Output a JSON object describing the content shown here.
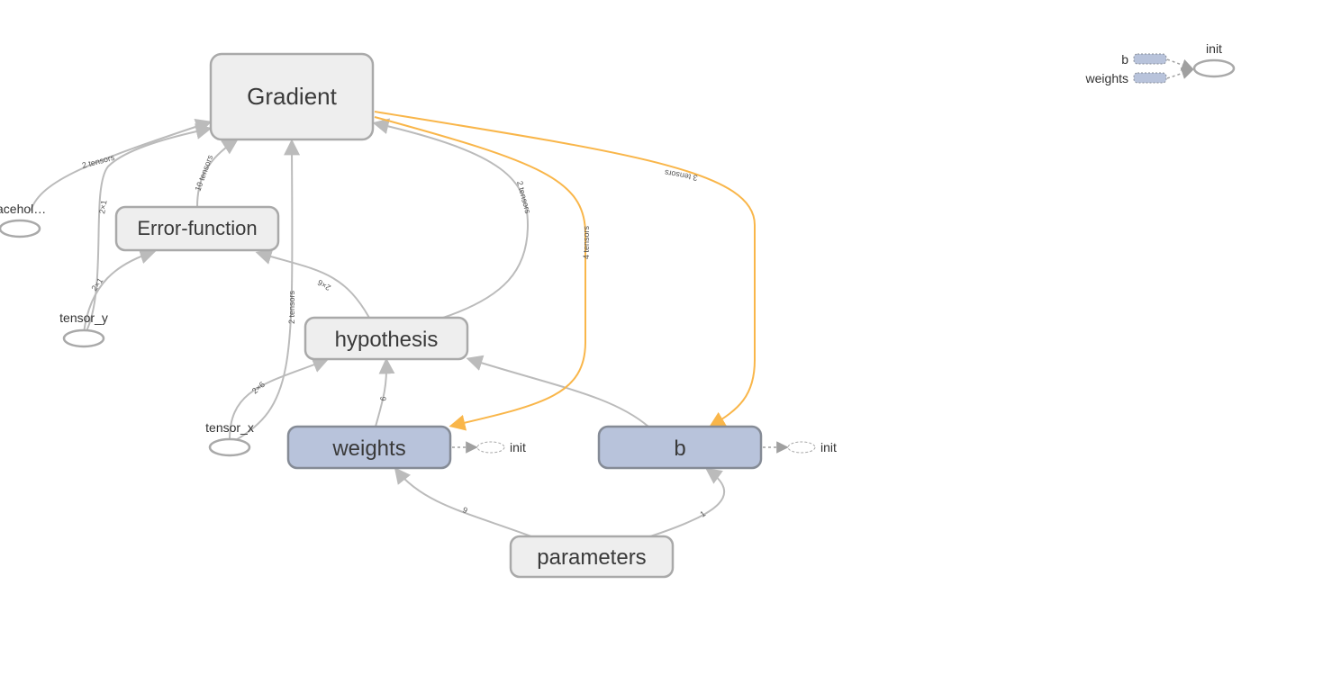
{
  "colors": {
    "node_fill": "#eeeeee",
    "node_stroke": "#a9a9a9",
    "variable_fill": "#b8c3db",
    "variable_stroke": "#858b96",
    "edge_gray": "#bbbbbb",
    "edge_orange": "#f9b64a"
  },
  "nodes": {
    "gradient": "Gradient",
    "error_function": "Error-function",
    "hypothesis": "hypothesis",
    "weights": "weights",
    "b": "b",
    "parameters": "parameters",
    "tensor_x": "tensor_x",
    "tensor_y": "tensor_y",
    "placeholder": "acehol…",
    "weights_init": "init",
    "b_init": "init"
  },
  "edge_labels": {
    "placeholder_to_gradient": "2 tensors",
    "tensor_y_to_gradient": "2×1",
    "error_to_gradient": "10 tensors",
    "tensor_y_to_error": "2×1",
    "hypothesis_to_error": "2×6",
    "tensor_x_to_gradient": "2 tensors",
    "hypothesis_to_gradient": "2 tensors",
    "gradient_to_weights": "4 tensors",
    "gradient_to_b": "3 tensors",
    "tensor_x_to_hypothesis": "2×6",
    "weights_to_hypothesis": "6",
    "parameters_to_weights": "6",
    "parameters_to_b": "1"
  },
  "legend": {
    "b": "b",
    "weights": "weights",
    "init": "init"
  }
}
